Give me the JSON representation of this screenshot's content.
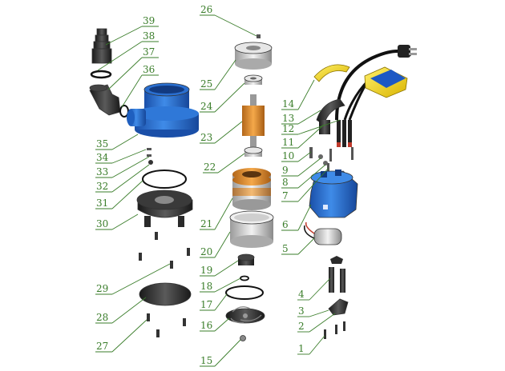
{
  "colors": {
    "callout": "#3a7d2a",
    "blue_housing": "#2a6fd0",
    "black_parts": "#2b2b2b",
    "copper": "#d98a2a",
    "yellow_float": "#f2d21b",
    "silver": "#c8c8c8",
    "background": "#ffffff"
  },
  "callouts": [
    {
      "id": "1",
      "label": "1"
    },
    {
      "id": "2",
      "label": "2"
    },
    {
      "id": "3",
      "label": "3"
    },
    {
      "id": "4",
      "label": "4"
    },
    {
      "id": "5",
      "label": "5"
    },
    {
      "id": "6",
      "label": "6"
    },
    {
      "id": "7",
      "label": "7"
    },
    {
      "id": "8",
      "label": "8"
    },
    {
      "id": "9",
      "label": "9"
    },
    {
      "id": "10",
      "label": "10"
    },
    {
      "id": "11",
      "label": "11"
    },
    {
      "id": "12",
      "label": "12"
    },
    {
      "id": "13",
      "label": "13"
    },
    {
      "id": "14",
      "label": "14"
    },
    {
      "id": "15",
      "label": "15"
    },
    {
      "id": "16",
      "label": "16"
    },
    {
      "id": "17",
      "label": "17"
    },
    {
      "id": "18",
      "label": "18"
    },
    {
      "id": "19",
      "label": "19"
    },
    {
      "id": "20",
      "label": "20"
    },
    {
      "id": "21",
      "label": "21"
    },
    {
      "id": "22",
      "label": "22"
    },
    {
      "id": "23",
      "label": "23"
    },
    {
      "id": "24",
      "label": "24"
    },
    {
      "id": "25",
      "label": "25"
    },
    {
      "id": "26",
      "label": "26"
    },
    {
      "id": "27",
      "label": "27"
    },
    {
      "id": "28",
      "label": "28"
    },
    {
      "id": "29",
      "label": "29"
    },
    {
      "id": "30",
      "label": "30"
    },
    {
      "id": "31",
      "label": "31"
    },
    {
      "id": "32",
      "label": "32"
    },
    {
      "id": "33",
      "label": "33"
    },
    {
      "id": "34",
      "label": "34"
    },
    {
      "id": "35",
      "label": "35"
    },
    {
      "id": "36",
      "label": "36"
    },
    {
      "id": "37",
      "label": "37"
    },
    {
      "id": "38",
      "label": "38"
    },
    {
      "id": "39",
      "label": "39"
    }
  ]
}
